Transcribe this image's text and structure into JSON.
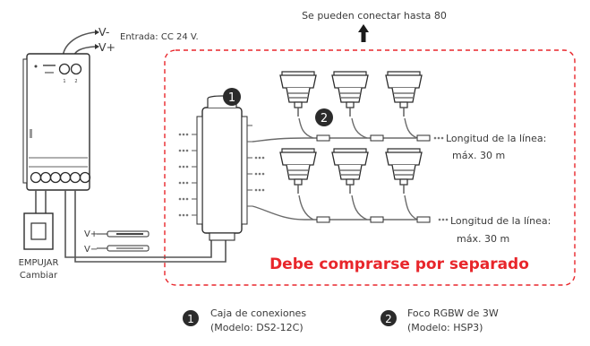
{
  "top_note": "Se pueden conectar hasta 80",
  "power": {
    "v_minus": "V-",
    "v_plus": "V+",
    "input_label": "Entrada: CC 24 V."
  },
  "controller": {
    "top_labels": [
      "1",
      "2"
    ]
  },
  "push_switch": {
    "line1": "EMPUJAR",
    "line2": "Cambiar"
  },
  "small_wires": {
    "v_plus": "V+",
    "v_minus": "V−"
  },
  "line_length": {
    "row1_line1": "Longitud de la línea:",
    "row1_line2": "máx. 30 m",
    "row2_line1": "Longitud de la línea:",
    "row2_line2": "máx. 30 m"
  },
  "warning": "Debe comprarse por separado",
  "markers": {
    "junction_box_number": "1",
    "spotlight_number": "2"
  },
  "legend": [
    {
      "number": "1",
      "line1": "Caja de conexiones",
      "line2": "(Modelo: DS2-12C)"
    },
    {
      "number": "2",
      "line1": "Foco RGBW de 3W",
      "line2": "(Modelo: HSP3)"
    }
  ],
  "colors": {
    "dashed_border": "#e8262b",
    "warning_text": "#e8262b",
    "marker_fill": "#2b2b2b",
    "line": "#555555"
  },
  "icons": [
    "arrow-up-icon",
    "spotlight-icon",
    "junction-box-icon",
    "controller-icon",
    "push-switch-icon"
  ]
}
